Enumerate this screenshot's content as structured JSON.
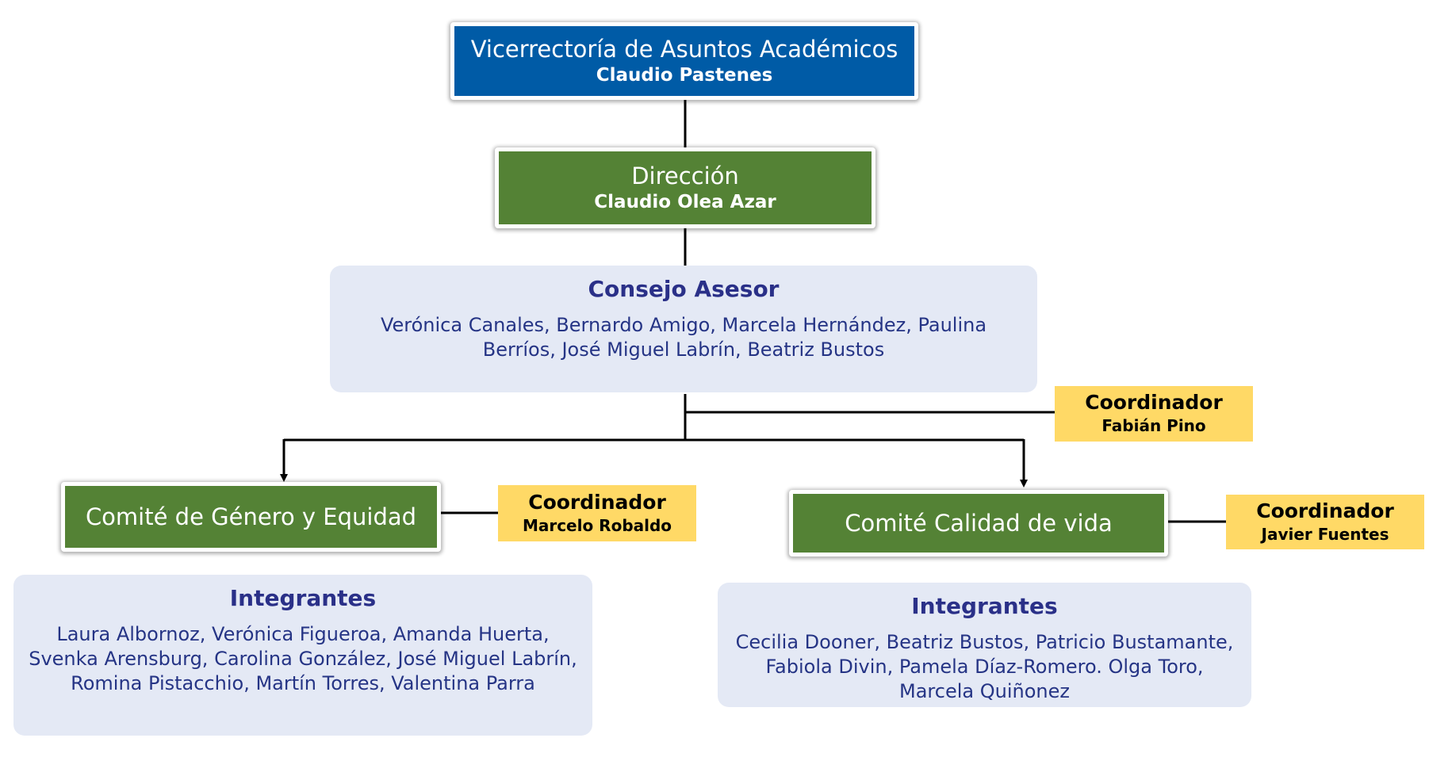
{
  "vicerrectoria": {
    "title": "Vicerrectoría de Asuntos Académicos",
    "name": "Claudio Pastenes"
  },
  "direccion": {
    "title": "Dirección",
    "name": "Claudio Olea Azar"
  },
  "consejo": {
    "title": "Consejo Asesor",
    "line1": "Verónica Canales, Bernardo Amigo, Marcela Hernández, Paulina",
    "line2": "Berríos, José Miguel Labrín, Beatriz Bustos"
  },
  "coordinador_general": {
    "title": "Coordinador",
    "name": "Fabián Pino"
  },
  "comite_genero": {
    "title": "Comité de Género y Equidad",
    "coordinador": {
      "title": "Coordinador",
      "name": "Marcelo Robaldo"
    },
    "integrantes": {
      "title": "Integrantes",
      "line1": "Laura Albornoz, Verónica Figueroa, Amanda Huerta,",
      "line2": "Svenka Arensburg, Carolina González, José Miguel Labrín,",
      "line3": "Romina Pistacchio, Martín Torres, Valentina Parra"
    }
  },
  "comite_calidad": {
    "title": "Comité Calidad de vida",
    "coordinador": {
      "title": "Coordinador",
      "name": "Javier Fuentes"
    },
    "integrantes": {
      "title": "Integrantes",
      "line1": "Cecilia Dooner, Beatriz Bustos, Patricio Bustamante,",
      "line2": "Fabiola Divin, Pamela Díaz-Romero. Olga Toro,",
      "line3": "Marcela Quiñonez"
    }
  },
  "colors": {
    "blue": "#005ba6",
    "green": "#548235",
    "panel": "#e4e9f5",
    "coordinator": "#ffd966",
    "panel_text": "#253485"
  }
}
